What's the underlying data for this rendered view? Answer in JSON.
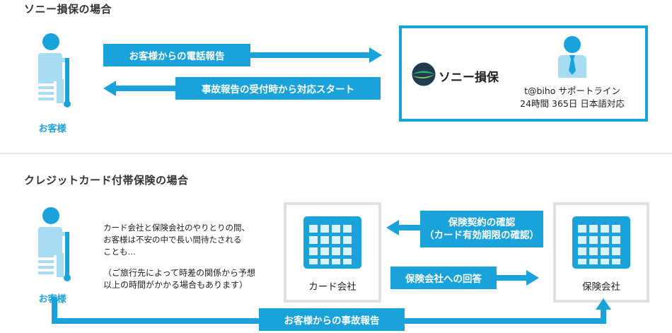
{
  "section1": {
    "title": "ソニー損保の場合",
    "customer_label": "お客様",
    "arrow_to": "お客様からの電話報告",
    "arrow_from": "事故報告の受付時から対応スタート",
    "company_name": "ソニー損保",
    "support_line1": "t@biho サポートライン",
    "support_line2": "24時間 365日 日本語対応"
  },
  "section2": {
    "title": "クレジットカード付帯保険の場合",
    "customer_label": "お客様",
    "note_line1": "カード会社と保険会社のやりとりの間、",
    "note_line2": "お客様は不安の中で長い間待たされる",
    "note_line3": "ことも…",
    "note2_line1": "（ご旅行先によって時差の関係から予想",
    "note2_line2": "以上の時間がかかる場合もあります）",
    "card_company": "カード会社",
    "insurance_company": "保険会社",
    "confirm_line1": "保険契約の確認",
    "confirm_line2": "（カード有効期限の確認）",
    "reply": "保険会社への回答",
    "accident_report": "お客様からの事故報告"
  },
  "colors": {
    "accent": "#1aa3db",
    "light_blue": "#a8dcf2",
    "box_gray": "#e1e1e1"
  },
  "icons": [
    "injured-person-icon",
    "support-agent-icon",
    "sony-logo-icon",
    "building-icon"
  ]
}
